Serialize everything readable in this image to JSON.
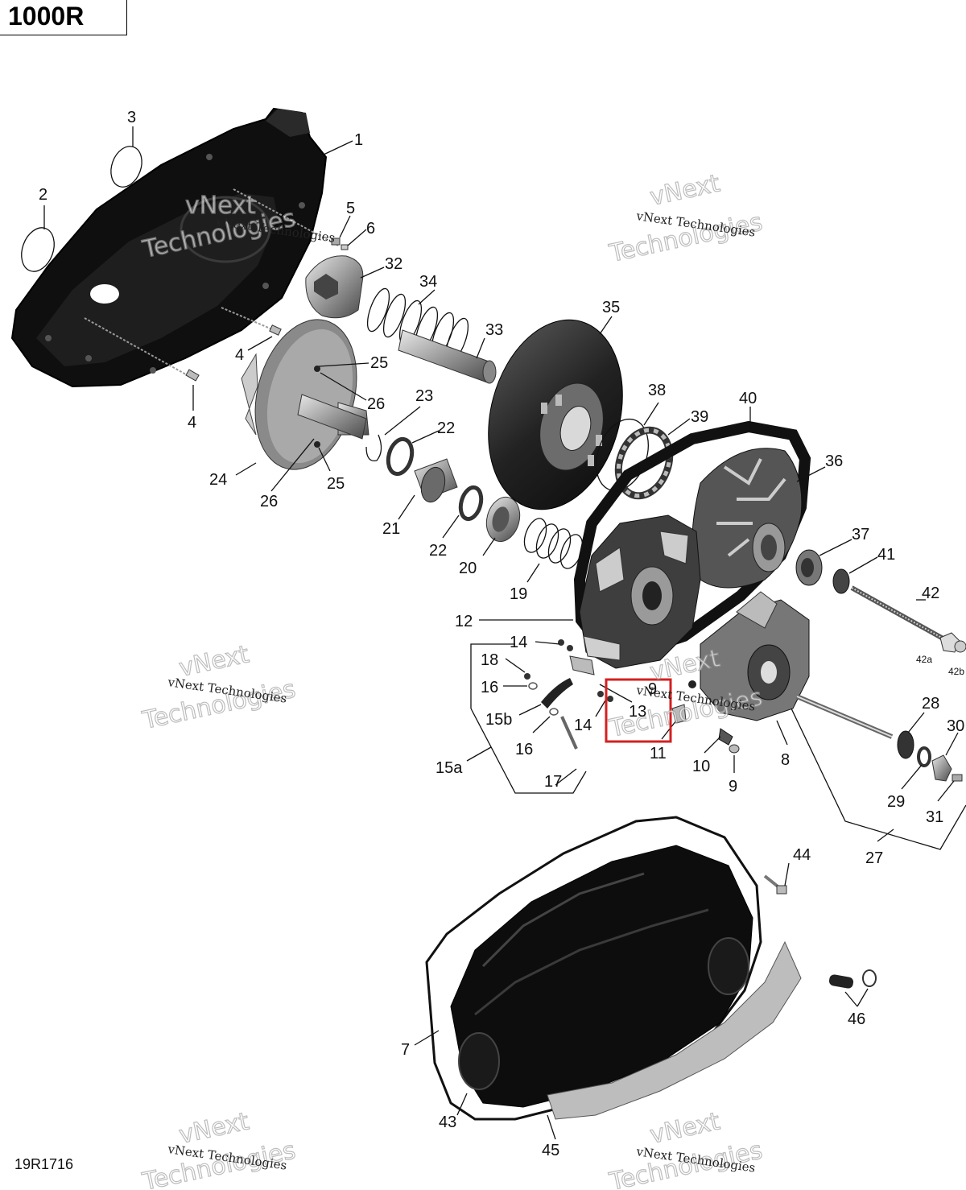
{
  "title": "1000R",
  "diagram_code": "19R1716",
  "highlight_color": "#d42020",
  "watermark": {
    "small": "vNext Technologies",
    "big_line1": "vNext",
    "big_line2": "Technologies"
  },
  "callouts": {
    "c1": "1",
    "c2": "2",
    "c3": "3",
    "c4a": "4",
    "c4b": "4",
    "c5": "5",
    "c6": "6",
    "c7": "7",
    "c8": "8",
    "c9a": "9",
    "c9b": "9",
    "c10": "10",
    "c11": "11",
    "c12": "12",
    "c13": "13",
    "c14a": "14",
    "c14b": "14",
    "c15a": "15a",
    "c15b": "15b",
    "c16a": "16",
    "c16b": "16",
    "c17": "17",
    "c18": "18",
    "c19": "19",
    "c20": "20",
    "c21": "21",
    "c22a": "22",
    "c22b": "22",
    "c23": "23",
    "c24": "24",
    "c25a": "25",
    "c25b": "25",
    "c26a": "26",
    "c26b": "26",
    "c27": "27",
    "c28": "28",
    "c29": "29",
    "c30": "30",
    "c31": "31",
    "c32": "32",
    "c33": "33",
    "c34": "34",
    "c35": "35",
    "c36": "36",
    "c37": "37",
    "c38": "38",
    "c39": "39",
    "c40": "40",
    "c41": "41",
    "c42": "42",
    "c42a": "42a",
    "c42b": "42b",
    "c43": "43",
    "c44": "44",
    "c45": "45",
    "c46": "46"
  }
}
